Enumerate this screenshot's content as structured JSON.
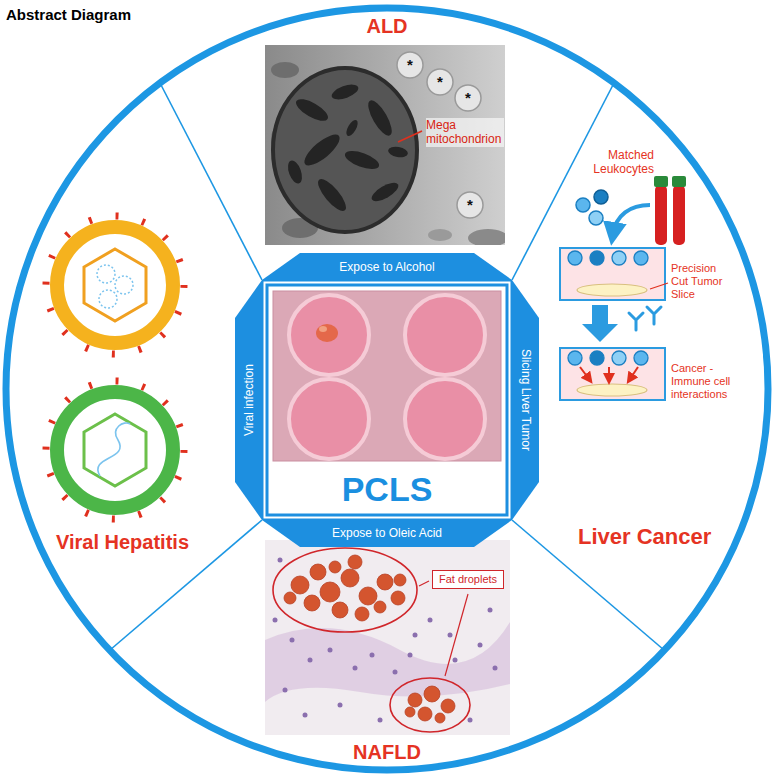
{
  "diagram": {
    "title": "Abstract Diagram",
    "nodes": [
      {
        "text": [
          "Expose to Alcohol",
          "Viral infection",
          "Slicing Liver Tumor",
          "PCLS",
          "Expose to Oleic Acid"
        ]
      },
      {
        "text": [
          "Fat droplets"
        ]
      }
    ],
    "labels": [
      "ALD",
      "Mega mitochondrion",
      "*",
      "*",
      "*",
      "*",
      "Matched Leukocytes",
      "Precision Cut Tumor Slice",
      "Cancer - Immune cell interactions",
      "Liver Cancer",
      "NAFLD",
      "Viral Hepatitis"
    ]
  }
}
